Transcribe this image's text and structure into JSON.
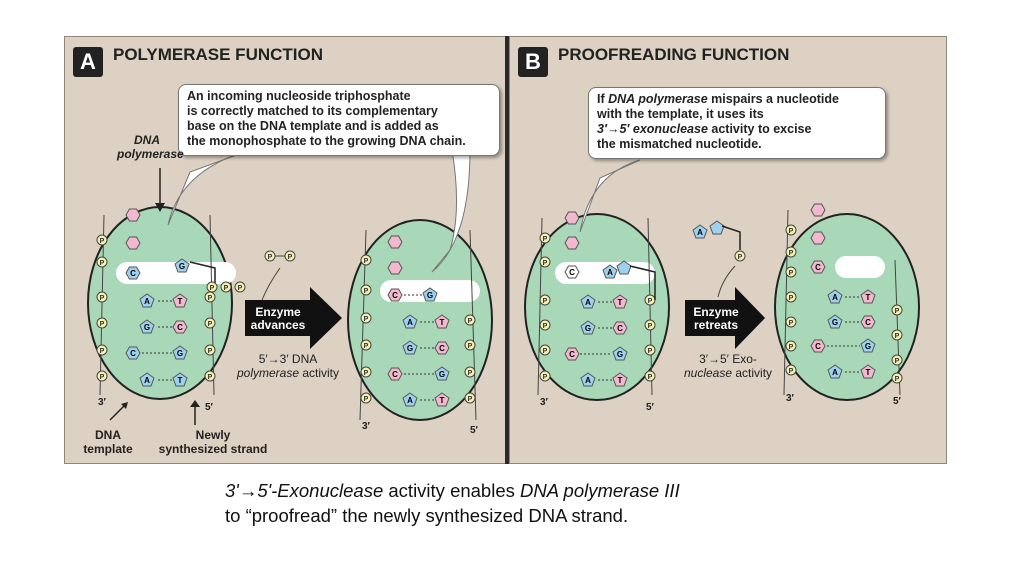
{
  "panel_a": {
    "badge": "A",
    "title": "POLYMERASE FUNCTION",
    "callout": "An incoming nucleoside triphosphate is correctly matched to its complementary base on the DNA template and is added as the monophosphate to the growing DNA chain.",
    "callout_lines": [
      "An incoming nucleoside triphosphate",
      "is correctly matched to its complementary",
      "base on the DNA template and is added as",
      "the monophosphate to the growing DNA chain."
    ],
    "enzyme_label_1": "DNA",
    "enzyme_label_2": "polymerase",
    "arrow_text_1": "Enzyme",
    "arrow_text_2": "advances",
    "activity_line1": "5′→3′ DNA",
    "activity_line2_italic": "polymerase",
    "activity_line2_rest": " activity",
    "dna_template_1": "DNA",
    "dna_template_2": "template",
    "new_strand_1": "Newly",
    "new_strand_2": "synthesized strand",
    "end_3": "3′",
    "end_5": "5′",
    "pyrophosphate": "P—P"
  },
  "panel_b": {
    "badge": "B",
    "title": "PROOFREADING FUNCTION",
    "callout_l1_a": "If ",
    "callout_l1_i": "DNA polymerase",
    "callout_l1_b": " mispairs a nucleotide",
    "callout_l2": "with the template, it uses its",
    "callout_l3_i": "3′→5′ exonuclease",
    "callout_l3_b": " activity to excise",
    "callout_l4": "the mismatched nucleotide.",
    "arrow_text_1": "Enzyme",
    "arrow_text_2": "retreats",
    "activity_line1": "3′→5′ Exo-",
    "activity_line2_italic": "nuclease",
    "activity_line2_rest": " activity",
    "end_3": "3′",
    "end_5": "5′"
  },
  "caption": {
    "italic_1": "3'→5'-Exonuclease",
    "text_1": " activity enables ",
    "italic_2": "DNA polymerase III",
    "line_2": "to “proofread” the newly synthesized DNA strand."
  },
  "colors": {
    "panel_bg": "#ddd1c3",
    "enzyme_green": "#a9d8b8",
    "base_blue": "#9fd0ef",
    "base_pink": "#f2b8cf",
    "phosphate_yellow": "#f4f0b0"
  }
}
